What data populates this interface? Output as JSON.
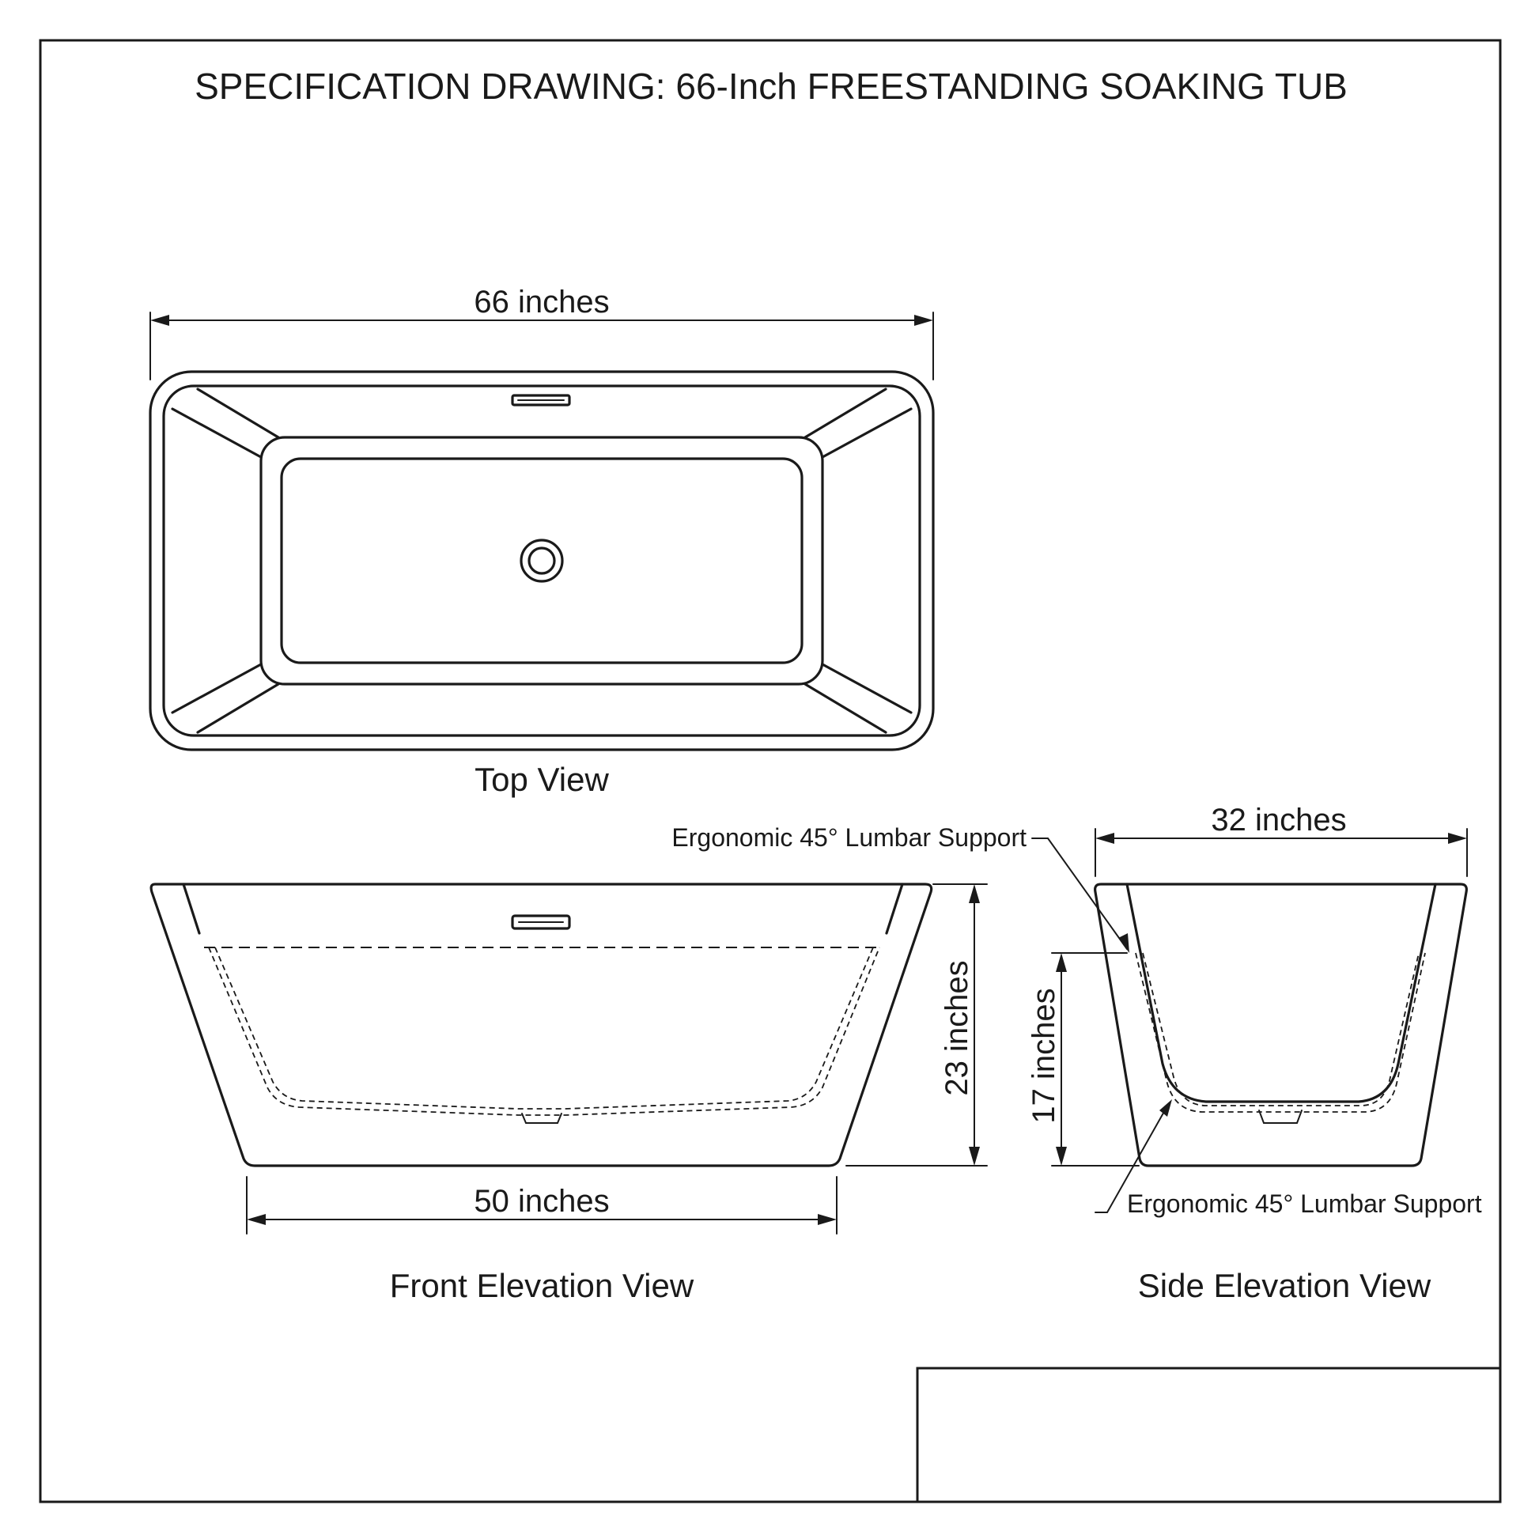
{
  "title": "SPECIFICATION DRAWING: 66-Inch FREESTANDING SOAKING TUB",
  "top_view": {
    "label": "Top View",
    "length_label": "66 inches"
  },
  "front_view": {
    "label": "Front Elevation View",
    "height_label": "23 inches",
    "base_length_label": "50 inches"
  },
  "side_view": {
    "label": "Side Elevation View",
    "width_label": "32 inches",
    "water_depth_label": "17 inches",
    "lumbar_note_top": "Ergonomic 45° Lumbar Support",
    "lumbar_note_bottom": "Ergonomic 45° Lumbar Support"
  },
  "title_block": {}
}
